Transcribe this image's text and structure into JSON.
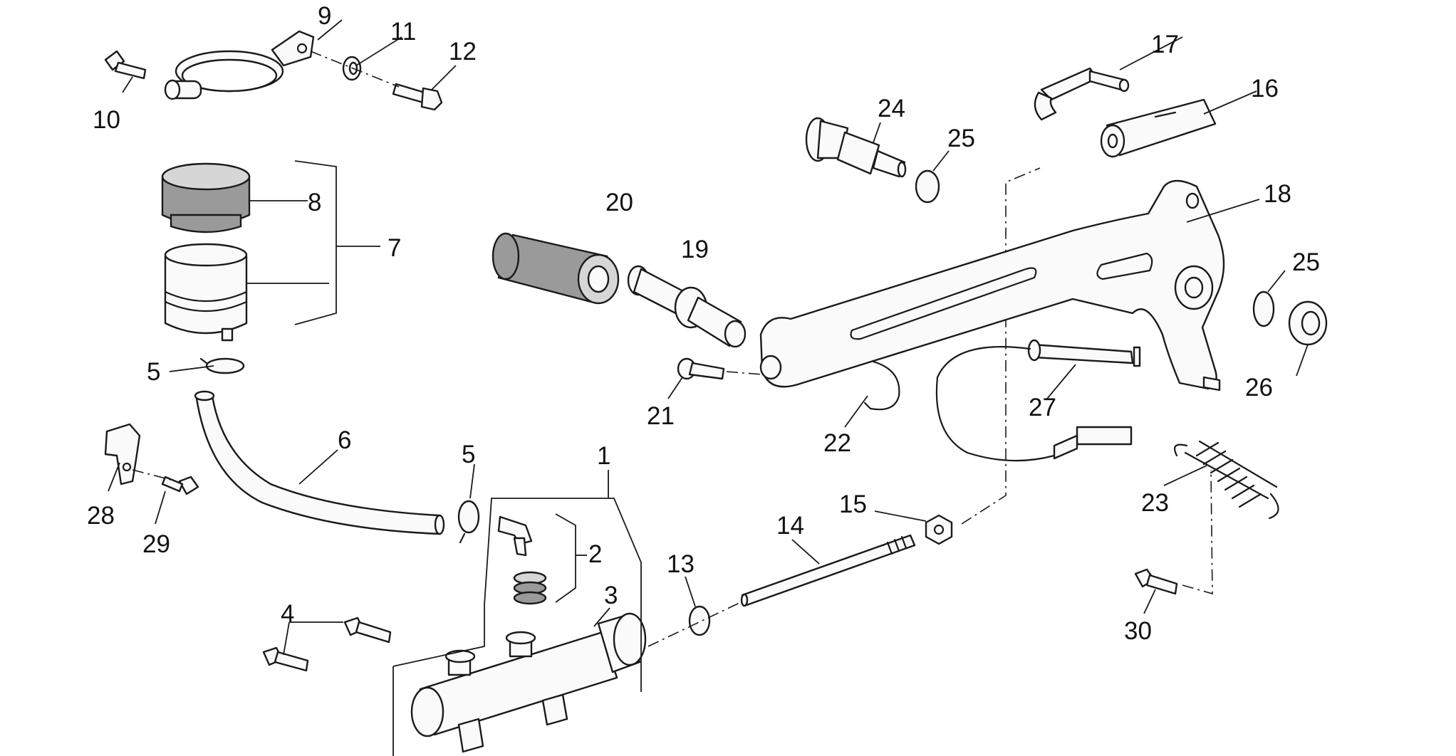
{
  "labels": {
    "p1": "1",
    "p2": "2",
    "p3": "3",
    "p4": "4",
    "p5a": "5",
    "p5b": "5",
    "p6": "6",
    "p7": "7",
    "p8": "8",
    "p9": "9",
    "p10": "10",
    "p11": "11",
    "p12": "12",
    "p13": "13",
    "p14": "14",
    "p15": "15",
    "p16": "16",
    "p17": "17",
    "p18": "18",
    "p19": "19",
    "p20": "20",
    "p21": "21",
    "p22": "22",
    "p23": "23",
    "p24": "24",
    "p25a": "25",
    "p25b": "25",
    "p26": "26",
    "p27": "27",
    "p28": "28",
    "p29": "29",
    "p30": "30"
  }
}
